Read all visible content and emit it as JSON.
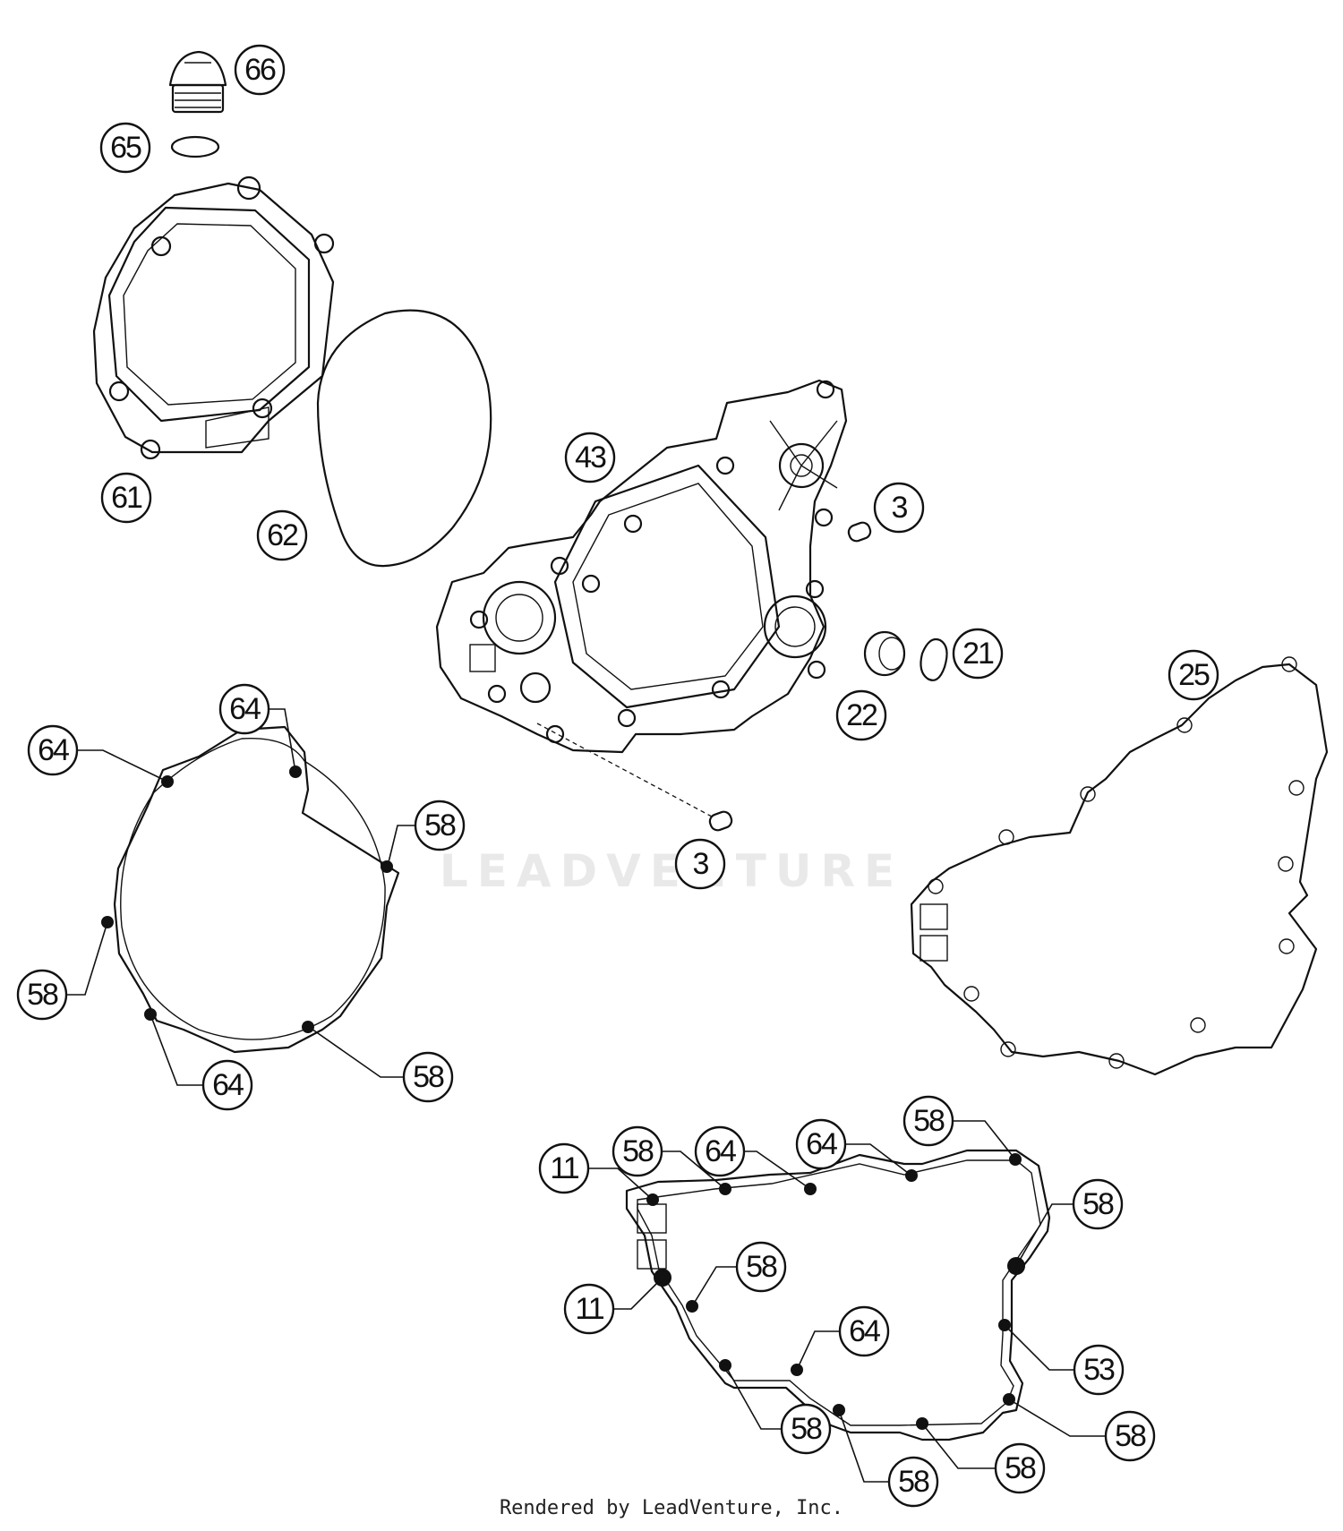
{
  "watermark": "LEADVENTURE",
  "footer": "Rendered by LeadVenture, Inc.",
  "callouts": [
    "66",
    "65",
    "61",
    "62",
    "43",
    "3",
    "21",
    "22",
    "3",
    "25",
    "64",
    "64",
    "58",
    "58",
    "64",
    "58",
    "11",
    "58",
    "64",
    "64",
    "58",
    "58",
    "11",
    "58",
    "64",
    "53",
    "58",
    "58",
    "58",
    "58"
  ]
}
